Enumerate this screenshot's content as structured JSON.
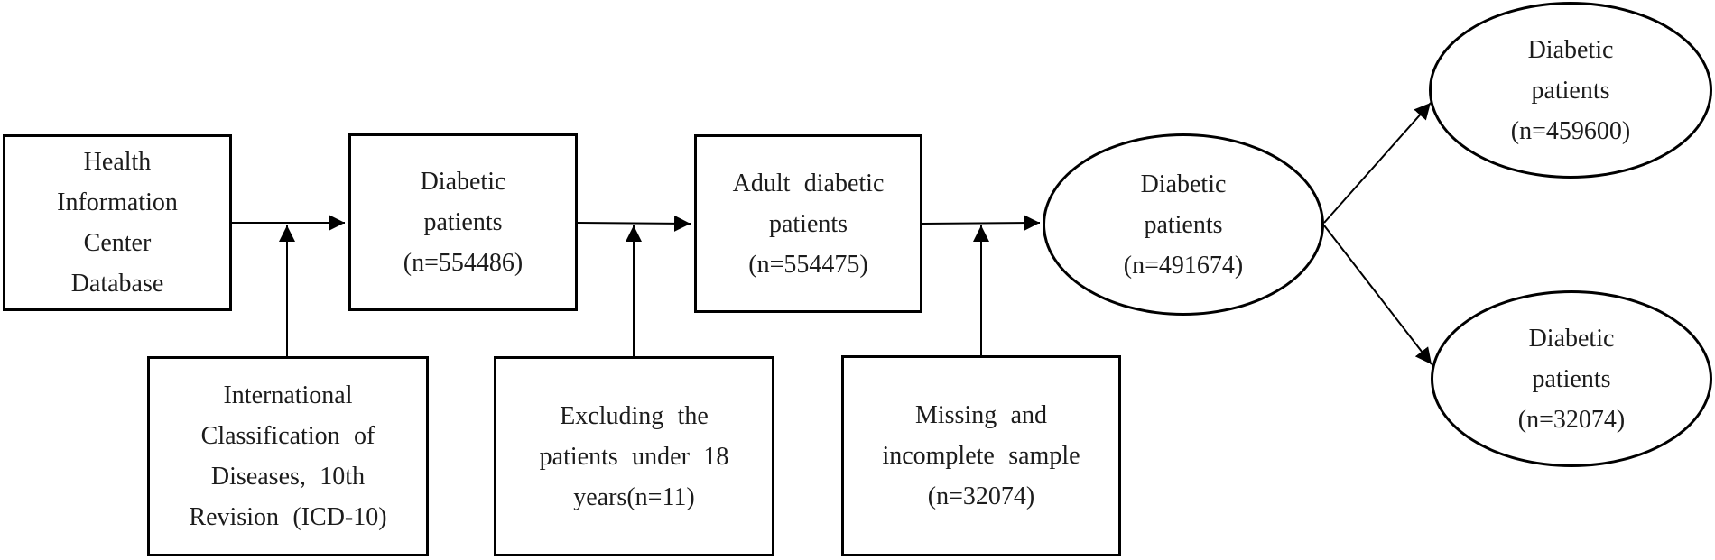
{
  "diagram": {
    "type": "flowchart",
    "colors": {
      "background": "#ffffff",
      "line": "#000000",
      "text": "#1c1c1c",
      "node_fill": "#ffffff"
    },
    "nodes": {
      "database": {
        "shape": "rectangle",
        "text": "Health\nInformation\nCenter\nDatabase"
      },
      "diabetic_554486": {
        "shape": "rectangle",
        "text": "Diabetic\npatients\n(n=554486)"
      },
      "adult_diabetic_554475": {
        "shape": "rectangle",
        "text": "Adult diabetic\npatients\n(n=554475)"
      },
      "icd10": {
        "shape": "rectangle",
        "text": "International\nClassification of\nDiseases, 10th\nRevision (ICD-10)"
      },
      "excluding_under18": {
        "shape": "rectangle",
        "text": "Excluding the\npatients under 18\nyears(n=11)"
      },
      "missing_incomplete": {
        "shape": "rectangle",
        "text": "Missing and\nincomplete sample\n(n=32074)"
      },
      "diabetic_491674": {
        "shape": "ellipse",
        "text": "Diabetic\npatients\n(n=491674)"
      },
      "diabetic_459600": {
        "shape": "ellipse",
        "text": "Diabetic\npatients\n(n=459600)"
      },
      "diabetic_32074": {
        "shape": "ellipse",
        "text": "Diabetic\npatients\n(n=32074)"
      }
    },
    "edges": [
      {
        "from": "database",
        "to": "diabetic_554486",
        "style": "arrow-right"
      },
      {
        "from": "icd10",
        "to": "connector database-to-diabetic_554486",
        "style": "arrow-up"
      },
      {
        "from": "diabetic_554486",
        "to": "adult_diabetic_554475",
        "style": "arrow-right"
      },
      {
        "from": "excluding_under18",
        "to": "connector diabetic_554486-to-adult_diabetic_554475",
        "style": "arrow-up"
      },
      {
        "from": "adult_diabetic_554475",
        "to": "diabetic_491674",
        "style": "arrow-right"
      },
      {
        "from": "missing_incomplete",
        "to": "connector adult_diabetic_554475-to-diabetic_491674",
        "style": "arrow-up"
      },
      {
        "from": "diabetic_491674",
        "to": "diabetic_459600",
        "style": "arrow-diagonal-up"
      },
      {
        "from": "diabetic_491674",
        "to": "diabetic_32074",
        "style": "arrow-diagonal-down"
      }
    ]
  }
}
